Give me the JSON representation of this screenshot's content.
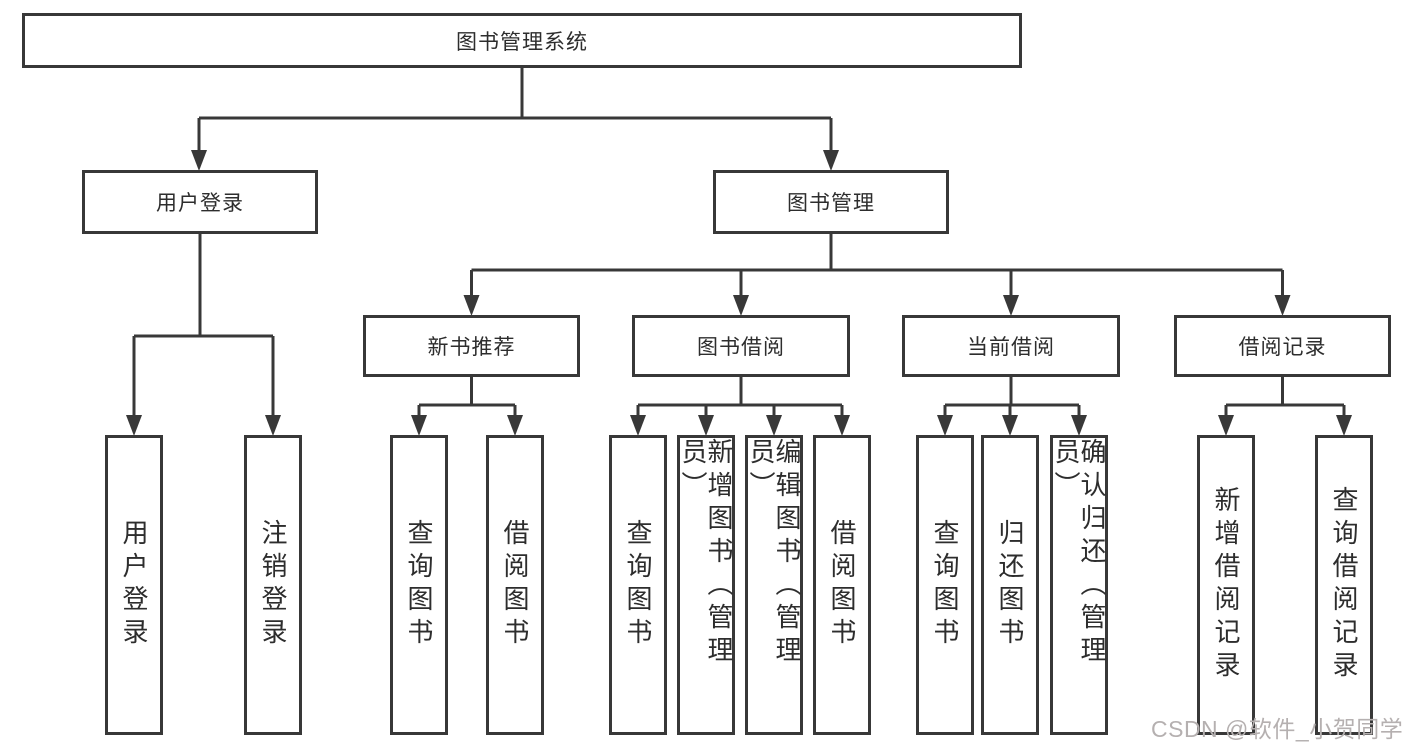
{
  "diagram": {
    "watermark": "CSDN @软件_小贺同学",
    "colors": {
      "line": "#383838",
      "border": "#383838",
      "text": "#2d2d2d",
      "watermark": "#b5b0b0",
      "background": "#ffffff"
    },
    "nodes": {
      "root": {
        "label": "图书管理系统"
      },
      "user_login": {
        "label": "用户登录"
      },
      "book_mgmt": {
        "label": "图书管理"
      },
      "new_book_rec": {
        "label": "新书推荐"
      },
      "book_borrow": {
        "label": "图书借阅"
      },
      "current_borrow": {
        "label": "当前借阅"
      },
      "borrow_record": {
        "label": "借阅记录"
      },
      "leaf_user_login": {
        "label": "用户登录"
      },
      "leaf_logout": {
        "label": "注销登录"
      },
      "leaf_query_book_a": {
        "label": "查询图书"
      },
      "leaf_borrow_book_a": {
        "label": "借阅图书"
      },
      "leaf_query_book_b": {
        "label": "查询图书"
      },
      "leaf_add_book": {
        "label": "新增图书（管理员）"
      },
      "leaf_edit_book": {
        "label": "编辑图书（管理员）"
      },
      "leaf_borrow_book_b": {
        "label": "借阅图书"
      },
      "leaf_query_book_c": {
        "label": "查询图书"
      },
      "leaf_return_book": {
        "label": "归还图书"
      },
      "leaf_confirm_return": {
        "label": "确认归还（管理员）"
      },
      "leaf_add_record": {
        "label": "新增借阅记录"
      },
      "leaf_query_record": {
        "label": "查询借阅记录"
      }
    },
    "edges": [
      {
        "from": "图书管理系统",
        "to": [
          "用户登录",
          "图书管理"
        ]
      },
      {
        "from": "用户登录",
        "to": [
          "用户登录",
          "注销登录"
        ]
      },
      {
        "from": "图书管理",
        "to": [
          "新书推荐",
          "图书借阅",
          "当前借阅",
          "借阅记录"
        ]
      },
      {
        "from": "新书推荐",
        "to": [
          "查询图书",
          "借阅图书"
        ]
      },
      {
        "from": "图书借阅",
        "to": [
          "查询图书",
          "新增图书（管理员）",
          "编辑图书（管理员）",
          "借阅图书"
        ]
      },
      {
        "from": "当前借阅",
        "to": [
          "查询图书",
          "归还图书",
          "确认归还（管理员）"
        ]
      },
      {
        "from": "借阅记录",
        "to": [
          "新增借阅记录",
          "查询借阅记录"
        ]
      }
    ]
  }
}
